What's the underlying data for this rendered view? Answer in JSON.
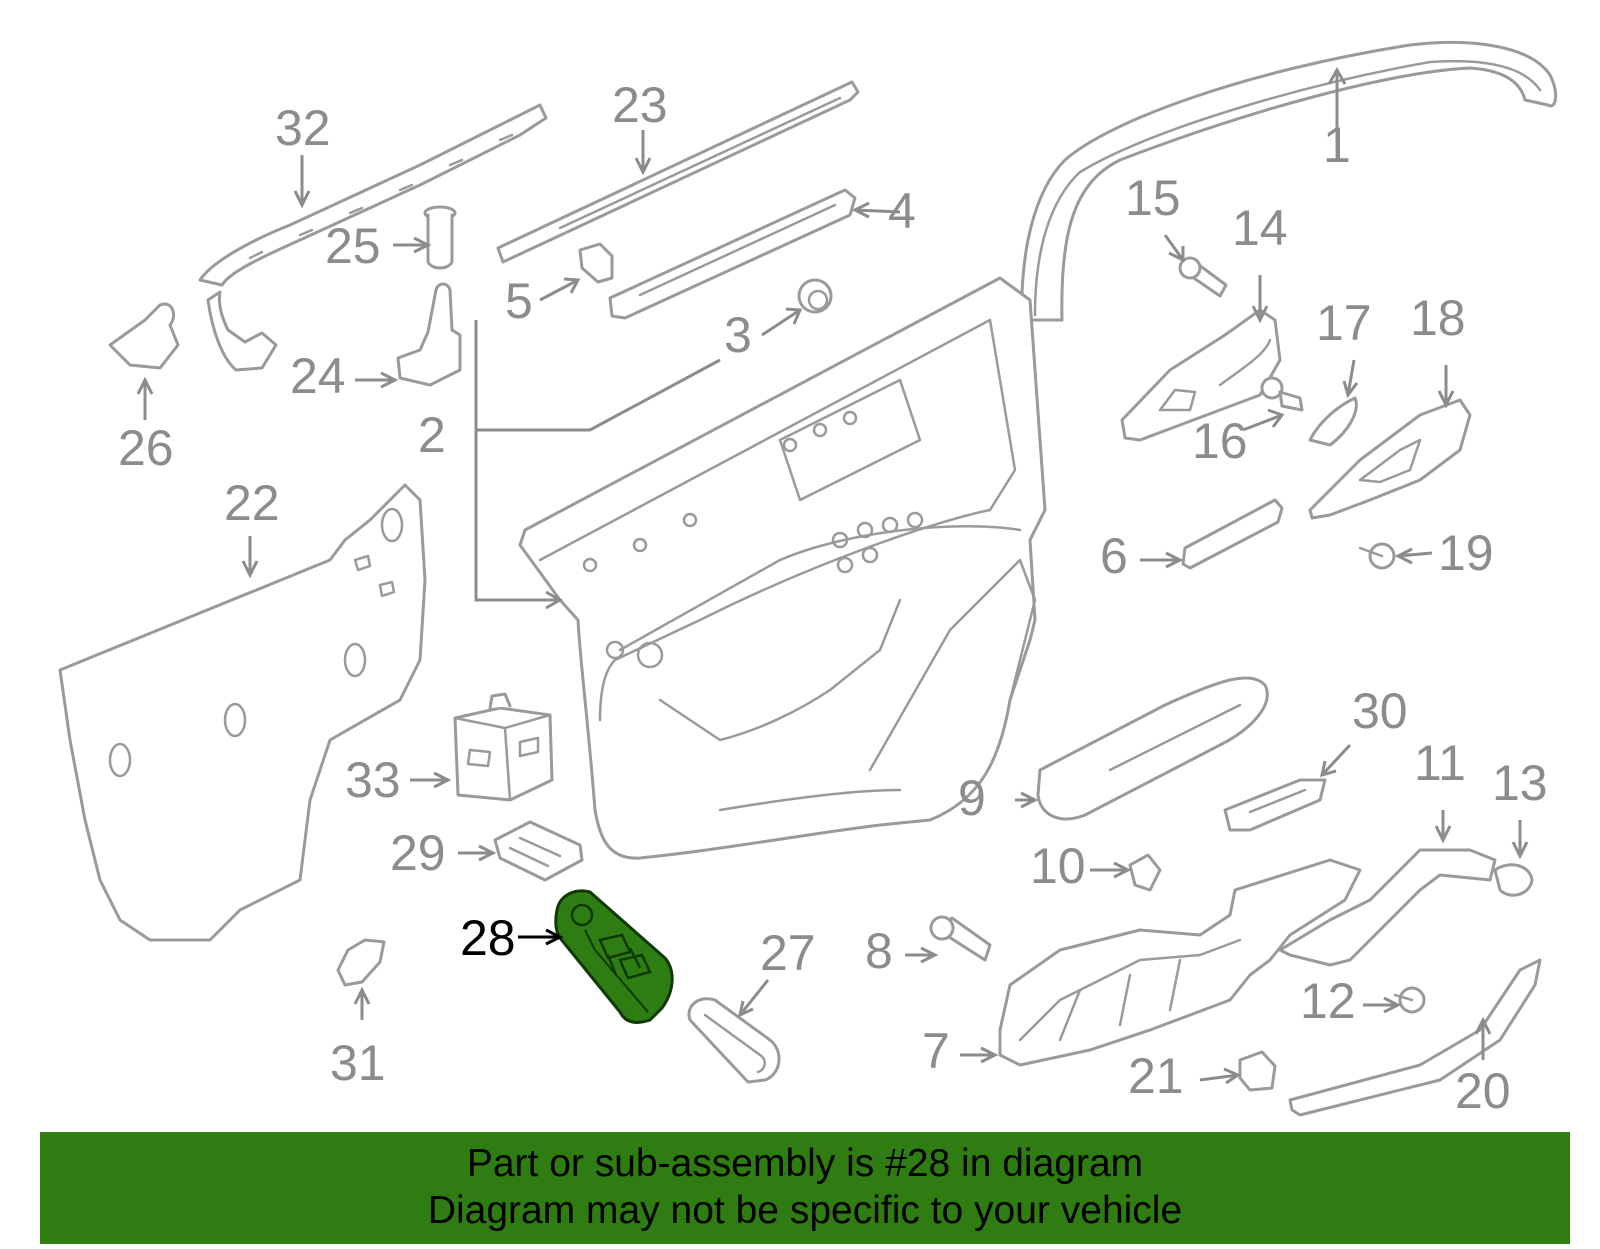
{
  "diagram": {
    "highlight_part": "28",
    "colors": {
      "highlight_fill": "#2e7d12",
      "banner": "#2f7d12",
      "line_art": "#9a9a9a",
      "callout_text": "#8c8c8c"
    },
    "callouts": [
      {
        "id": "1",
        "label": "1"
      },
      {
        "id": "2",
        "label": "2"
      },
      {
        "id": "3",
        "label": "3"
      },
      {
        "id": "4",
        "label": "4"
      },
      {
        "id": "5",
        "label": "5"
      },
      {
        "id": "6",
        "label": "6"
      },
      {
        "id": "7",
        "label": "7"
      },
      {
        "id": "8",
        "label": "8"
      },
      {
        "id": "9",
        "label": "9"
      },
      {
        "id": "10",
        "label": "10"
      },
      {
        "id": "11",
        "label": "11"
      },
      {
        "id": "12",
        "label": "12"
      },
      {
        "id": "13",
        "label": "13"
      },
      {
        "id": "14",
        "label": "14"
      },
      {
        "id": "15",
        "label": "15"
      },
      {
        "id": "16",
        "label": "16"
      },
      {
        "id": "17",
        "label": "17"
      },
      {
        "id": "18",
        "label": "18"
      },
      {
        "id": "19",
        "label": "19"
      },
      {
        "id": "20",
        "label": "20"
      },
      {
        "id": "21",
        "label": "21"
      },
      {
        "id": "22",
        "label": "22"
      },
      {
        "id": "23",
        "label": "23"
      },
      {
        "id": "24",
        "label": "24"
      },
      {
        "id": "25",
        "label": "25"
      },
      {
        "id": "26",
        "label": "26"
      },
      {
        "id": "27",
        "label": "27"
      },
      {
        "id": "28",
        "label": "28"
      },
      {
        "id": "29",
        "label": "29"
      },
      {
        "id": "30",
        "label": "30"
      },
      {
        "id": "31",
        "label": "31"
      },
      {
        "id": "32",
        "label": "32"
      },
      {
        "id": "33",
        "label": "33"
      }
    ]
  },
  "banner": {
    "line1": "Part or sub-assembly is #28 in diagram",
    "line2": "Diagram may not be specific to your vehicle"
  }
}
